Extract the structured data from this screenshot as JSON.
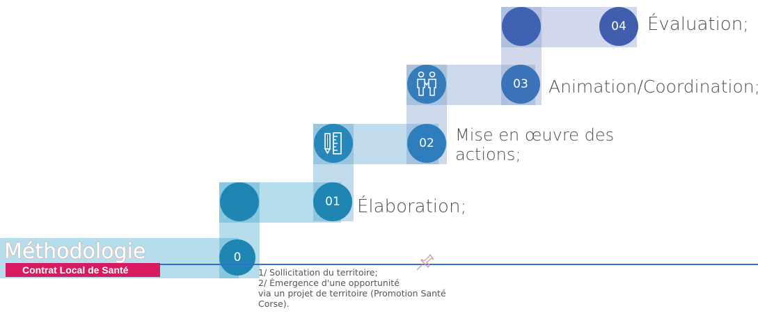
{
  "title": "Méthodologie",
  "subtitle": "Contrat Local de Santé",
  "steps": [
    {
      "number": "0",
      "label": ""
    },
    {
      "number": "01",
      "label": "Élaboration;"
    },
    {
      "number": "02",
      "label": "Mise en œuvre des actions;",
      "label_line1": "Mise en œuvre des",
      "label_line2": "actions;"
    },
    {
      "number": "03",
      "label": "Animation/Coordination;"
    },
    {
      "number": "04",
      "label": "Évaluation;"
    }
  ],
  "note_lines": [
    "1/ Sollicitation du territoire;",
    "2/ Émergence d'une opportunité",
    "via un projet de territoire (Promotion Santé",
    "Corse)."
  ],
  "icons": [
    "people-handshake-icon",
    "pencil-ruler-icon",
    "pin-icon"
  ],
  "colors": {
    "step0": "#1f86b3",
    "step1": "#1f86b3",
    "step2": "#2e7dbd",
    "step3": "#3a73b8",
    "step4": "#3f5fae",
    "accent": "#d81b60",
    "line": "#2f6fcf"
  }
}
